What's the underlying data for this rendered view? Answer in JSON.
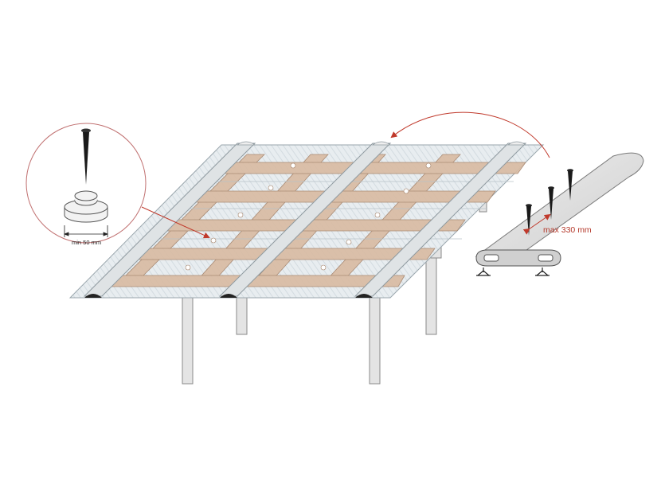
{
  "labels": {
    "min_spacing": "min 50 mm",
    "max_spacing": "max 330 mm"
  },
  "colors": {
    "timber": "#d9bca4",
    "timber_stroke": "#a5836a",
    "panel": "#e6ebee",
    "panel_hatch": "#cfd7dc",
    "profile": "#d7d7d7",
    "profile_stroke": "#7a7a7a",
    "post": "#e4e4e4",
    "post_stroke": "#8a8a8a",
    "arrow": "#c0392b",
    "callout_circle": "#c07070"
  },
  "icons": [
    "screw-icon",
    "washer-icon",
    "screw-head-icon",
    "profile-cross-section"
  ]
}
